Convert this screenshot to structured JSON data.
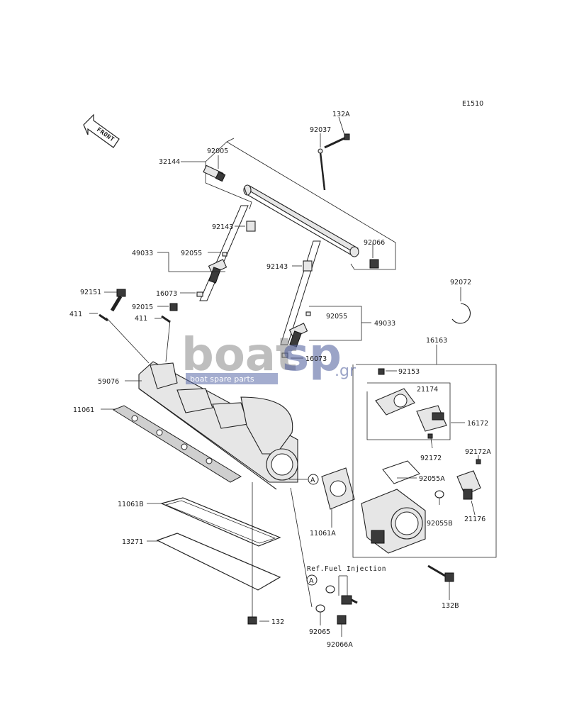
{
  "diagram": {
    "code": "E1510",
    "front_label": "FRONT",
    "ref_note": "Ref.Fuel Injection",
    "circle_ref": "A",
    "labels": {
      "p132A": "132A",
      "p92037": "92037",
      "p92005": "92005",
      "p32144": "32144",
      "p92143a": "92143",
      "p92066": "92066",
      "p49033a": "49033",
      "p92055a": "92055",
      "p92143b": "92143",
      "p92072": "92072",
      "p92151": "92151",
      "p16073a": "16073",
      "p92015": "92015",
      "p411a": "411",
      "p411b": "411",
      "p92055b": "92055",
      "p49033b": "49033",
      "p16163": "16163",
      "p16073b": "16073",
      "p92153": "92153",
      "p59076": "59076",
      "p21174": "21174",
      "p11061": "11061",
      "p16172": "16172",
      "p92172": "92172",
      "p92172A": "92172A",
      "p92055A": "92055A",
      "p21176": "21176",
      "p92055B": "92055B",
      "p11061B": "11061B",
      "p11061A": "11061A",
      "p13271": "13271",
      "p132B": "132B",
      "p132": "132",
      "p92065": "92065",
      "p92066A": "92066A"
    }
  },
  "watermark": {
    "brand_a": "boat",
    "brand_b": "sp",
    "suffix": ".gr",
    "tagline": "boat spare parts"
  }
}
